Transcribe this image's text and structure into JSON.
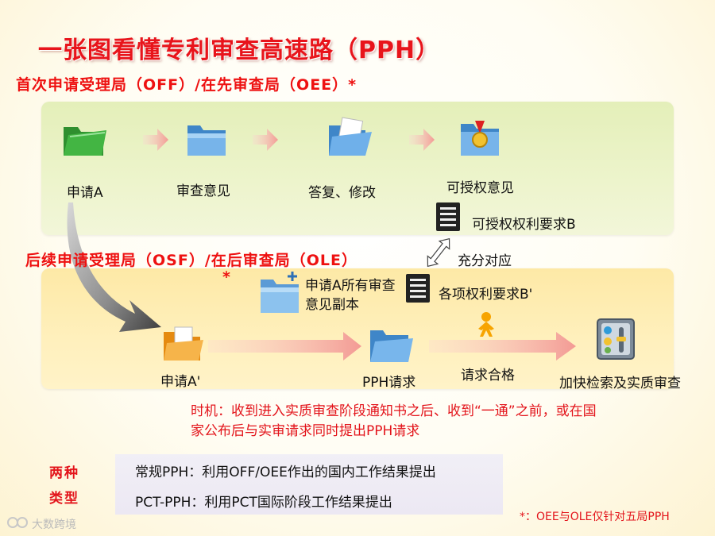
{
  "title": "一张图看懂专利审查高速路（PPH）",
  "sections": {
    "first": "首次申请受理局（OFF）/在先审查局（OEE）*",
    "later": "后续申请受理局（OSF）/在后审查局（OLE）",
    "later_asterisk": "*"
  },
  "first_row": [
    {
      "label": "申请A",
      "icon": "green-folder-icon"
    },
    {
      "label": "审查意见",
      "icon": "blue-folder-icon"
    },
    {
      "label": "答复、修改",
      "icon": "open-folder-icon"
    },
    {
      "label": "可授权意见",
      "icon": "award-folder-icon"
    }
  ],
  "claims_b": "可授权权利要求B",
  "correspond": "充分对应",
  "claims_b_prime": "各项权利要求B'",
  "copies": "申请A所有审查意见副本",
  "second_row": [
    {
      "label": "申请A'",
      "icon": "orange-folder-icon"
    },
    {
      "label": "PPH请求",
      "icon": "blue-folder-icon"
    },
    {
      "label": "请求合格",
      "icon": "person-icon"
    },
    {
      "label": "加快检索及实质审查",
      "icon": "control-panel-icon"
    }
  ],
  "timing": "时机：收到进入实质审查阶段通知书之后、收到“一通”之前，或在国家公布后与实审请求同时提出PPH请求",
  "types": {
    "label": "两种类型",
    "items": [
      "常规PPH：利用OFF/OEE作出的国内工作结果提出",
      "PCT-PPH：利用PCT国际阶段工作结果提出"
    ]
  },
  "footnote": "*：OEE与OLE仅针对五局PPH",
  "watermark": "大数跨境",
  "colors": {
    "title_red": "#e8141b",
    "green_band": "#e8f1c4",
    "yellow_band": "#ffeeb3",
    "arrow_pink": "#f4a3a3"
  }
}
